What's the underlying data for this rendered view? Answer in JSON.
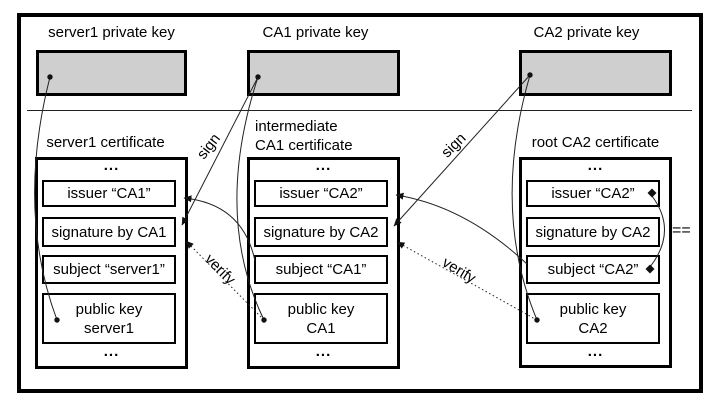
{
  "diagram": {
    "private_keys": [
      {
        "label": "server1 private key"
      },
      {
        "label": "CA1 private key"
      },
      {
        "label": "CA2 private key"
      }
    ],
    "certificates": [
      {
        "title": "server1 certificate",
        "ellipsis": "...",
        "issuer": "issuer “CA1”",
        "signature": "signature by CA1",
        "subject": "subject “server1”",
        "public_key_line1": "public key",
        "public_key_line2": "server1"
      },
      {
        "title": "intermediate",
        "title_line2": "CA1 certificate",
        "ellipsis": "...",
        "issuer": "issuer “CA2”",
        "signature": "signature by CA2",
        "subject": "subject “CA1”",
        "public_key_line1": "public key",
        "public_key_line2": "CA1"
      },
      {
        "title": "root CA2 certificate",
        "ellipsis": "...",
        "issuer": "issuer “CA2”",
        "signature": "signature by CA2",
        "subject": "subject “CA2”",
        "public_key_line1": "public key",
        "public_key_line2": "CA2"
      }
    ],
    "connector_labels": {
      "sign_ca1": "sign",
      "sign_ca2": "sign",
      "verify_ca1": "verify",
      "verify_ca2": "verify",
      "equals": "=="
    },
    "colors": {
      "key_box_fill": "#cfcfcf",
      "line": "#222222",
      "border": "#000000"
    }
  }
}
